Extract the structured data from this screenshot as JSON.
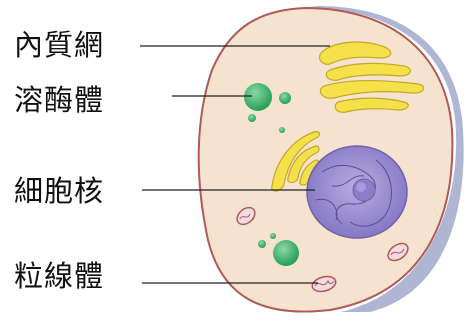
{
  "labels": [
    {
      "id": "er",
      "text": "內質網"
    },
    {
      "id": "lysosome",
      "text": "溶酶體"
    },
    {
      "id": "nucleus",
      "text": "細胞核"
    },
    {
      "id": "mitochondria",
      "text": "粒線體"
    }
  ],
  "colors": {
    "cell_fill": "#f6e3cf",
    "cell_outline": "#b05a58",
    "cell_shadow": "#aeb6d3",
    "nucleus_fill": "#9d8fd4",
    "nucleolus_fill": "#8c7cc9",
    "er_fill": "#f4e14a",
    "lysosome_fill": "#3bb56a",
    "mitochondria_fill": "#f2dbe1",
    "mitochondria_outline": "#b0585a",
    "leader_line": "#222222"
  }
}
